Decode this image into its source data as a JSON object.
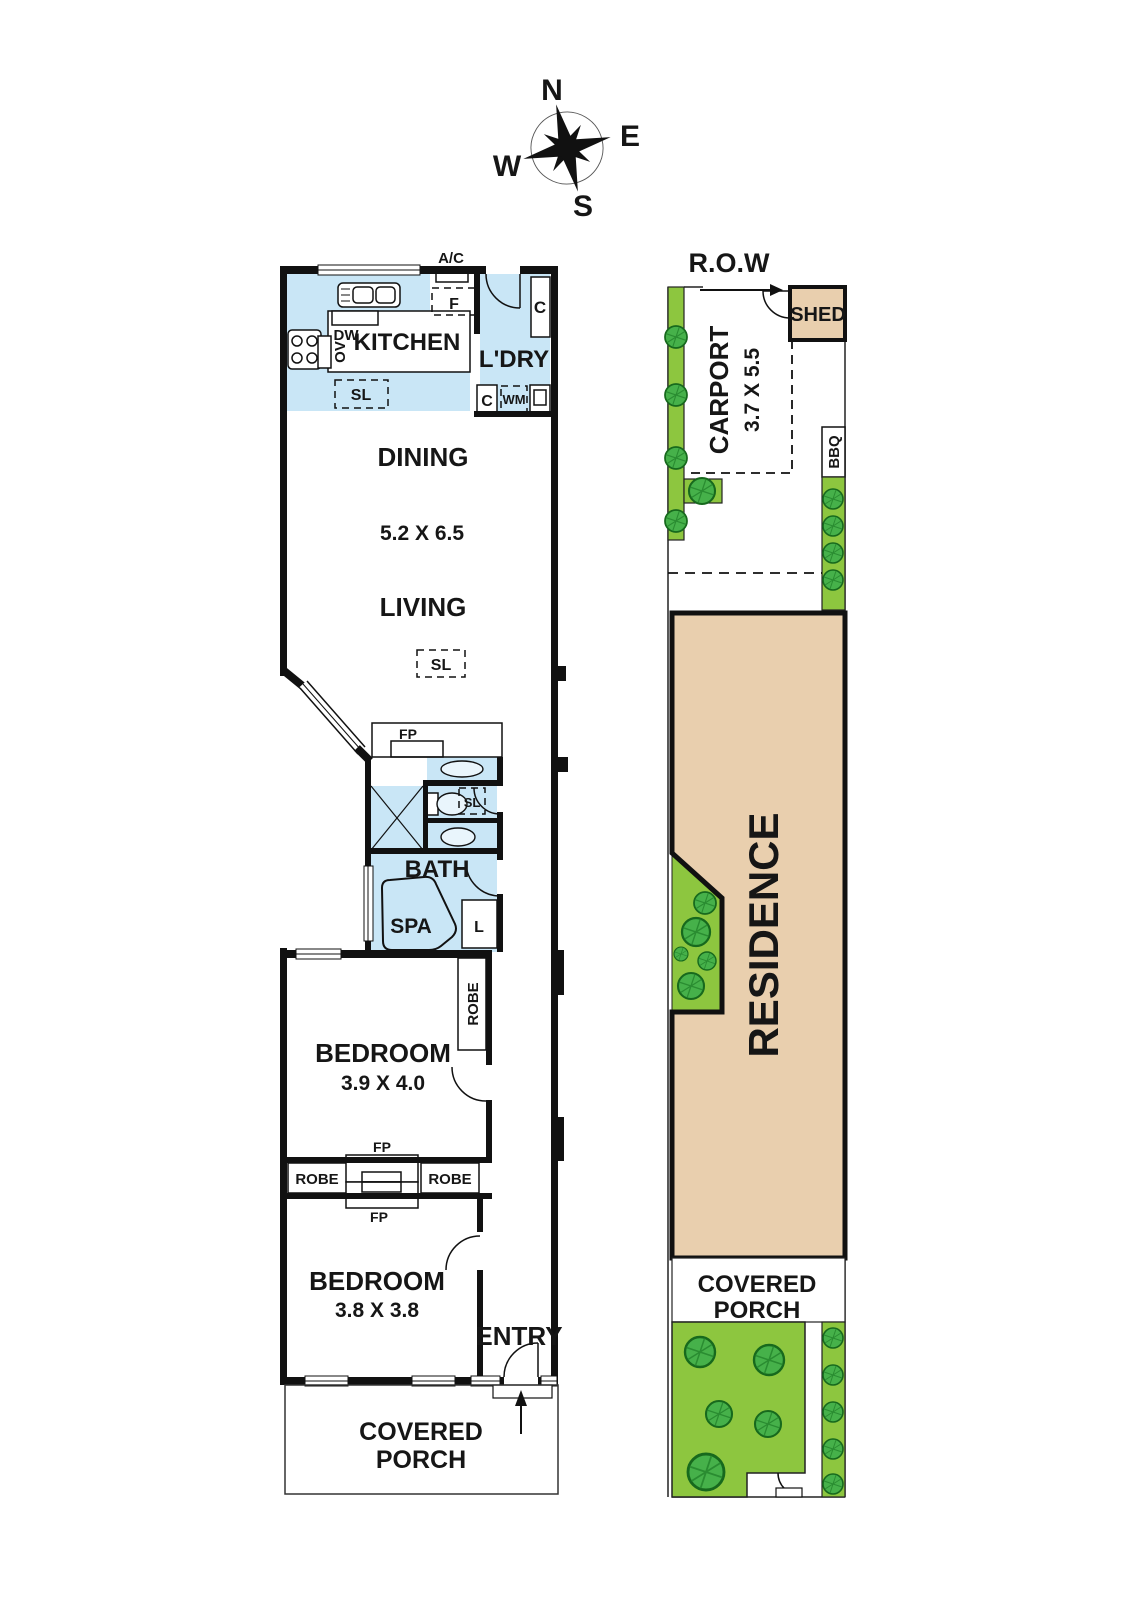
{
  "compass": {
    "north": "N",
    "east": "E",
    "south": "S",
    "west": "W"
  },
  "floor_plan": {
    "kitchen": {
      "name": "KITCHEN",
      "ac_label": "A/C",
      "fridge_label": "F",
      "dishwasher_label": "DW",
      "oven_label": "OV",
      "skylight_label": "SL"
    },
    "laundry": {
      "name": "L'DRY",
      "cupboard_top_label": "C",
      "cupboard_bottom_label": "C",
      "washing_machine_label": "WM"
    },
    "dining": {
      "name": "DINING"
    },
    "living": {
      "name": "LIVING",
      "skylight_label": "SL"
    },
    "dining_living_dims": "5.2 X 6.5",
    "bathroom": {
      "name": "BATH",
      "fireplace_label": "FP",
      "skylight_label": "SL",
      "spa_label": "SPA",
      "linen_label": "L"
    },
    "bedroom1": {
      "name": "BEDROOM",
      "dims": "3.9 X 4.0",
      "robe_label": "ROBE",
      "fireplace_label": "FP",
      "robe_left_label": "ROBE",
      "robe_right_label": "ROBE"
    },
    "bedroom2": {
      "name": "BEDROOM",
      "dims": "3.8 X 3.8",
      "fireplace_label": "FP"
    },
    "entry": {
      "name": "ENTRY"
    },
    "covered_porch": {
      "line1": "COVERED",
      "line2": "PORCH"
    }
  },
  "site_plan": {
    "row_label": "R.O.W",
    "shed_label": "SHED",
    "carport": {
      "name": "CARPORT",
      "dims": "3.7 X 5.5"
    },
    "bbq_label": "BBQ",
    "residence_label": "RESIDENCE",
    "covered_porch": {
      "line1": "COVERED",
      "line2": "PORCH"
    }
  },
  "colors": {
    "wet_area": "#c9e6f6",
    "lawn": "#8dc63f",
    "tree": "#46b14a",
    "residence": "#e9cfae",
    "wall": "#111111"
  }
}
